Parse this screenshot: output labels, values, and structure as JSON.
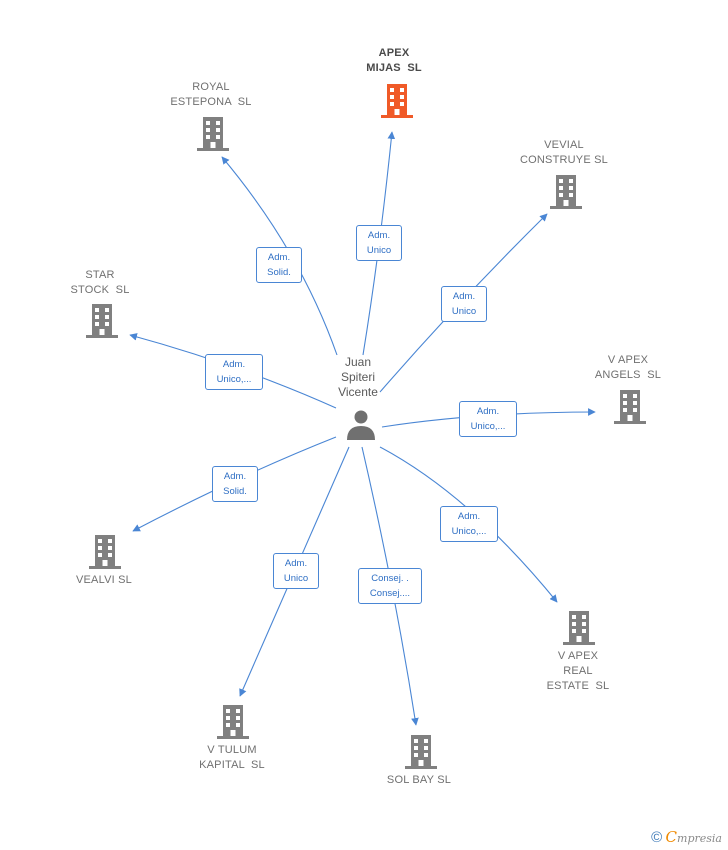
{
  "person": {
    "name": "Juan\nSpiteri\nVicente",
    "icon": "person-icon"
  },
  "companies": {
    "apex": {
      "label": "APEX\nMIJAS  SL",
      "highlight": true
    },
    "royal": {
      "label": "ROYAL\nESTEPONA  SL"
    },
    "vevial": {
      "label": "VEVIAL\nCONSTRUYE SL"
    },
    "star": {
      "label": "STAR\nSTOCK  SL"
    },
    "vapexangels": {
      "label": "V APEX\nANGELS  SL"
    },
    "vealvi": {
      "label": "VEALVI SL"
    },
    "vapexreal": {
      "label": "V APEX\nREAL\nESTATE  SL"
    },
    "vtulum": {
      "label": "V TULUM\nKAPITAL  SL"
    },
    "solbay": {
      "label": "SOL BAY SL"
    }
  },
  "edges": {
    "apex": "Adm.\nUnico",
    "royal": "Adm.\nSolid.",
    "vevial": "Adm.\nUnico",
    "star": "Adm.\nUnico,...",
    "vapexangels": "Adm.\nUnico,...",
    "vealvi": "Adm.\nSolid.",
    "vapexreal": "Adm.\nUnico,...",
    "vtulum": "Adm.\nUnico",
    "solbay": "Consej. .\nConsej...."
  },
  "colors": {
    "edge": "#4a86d4",
    "building": "#808080",
    "highlight": "#f05a28",
    "label": "#707070"
  },
  "footer": {
    "copyright": "©",
    "brand_initial": "C",
    "brand_rest": "mpresia"
  }
}
